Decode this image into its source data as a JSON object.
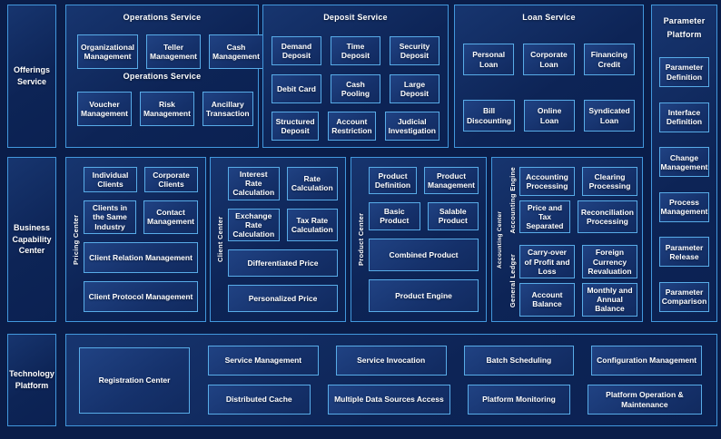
{
  "colors": {
    "background": "#0a1d49",
    "panel_border": "#4298dd",
    "box_border": "#58ace8",
    "panel_fill": "#0d2456",
    "box_fill": "#15316b",
    "text": "#ffffff"
  },
  "left": {
    "offerings": "Offerings Service",
    "business": "Business Capability Center",
    "technology": "Technology Platform"
  },
  "operations": {
    "title": "Operations Service",
    "subtitle": "Operations Service",
    "row1": [
      "Organizational Management",
      "Teller Management",
      "Cash Management"
    ],
    "row2": [
      "Voucher Management",
      "Risk Management",
      "Ancillary Transaction"
    ]
  },
  "deposit": {
    "title": "Deposit Service",
    "rows": [
      [
        "Demand Deposit",
        "Time Deposit",
        "Security Deposit"
      ],
      [
        "Debit Card",
        "Cash Pooling",
        "Large Deposit"
      ],
      [
        "Structured Deposit",
        "Account Restriction",
        "Judicial Investigation"
      ]
    ]
  },
  "loan": {
    "title": "Loan Service",
    "rows": [
      [
        "Personal Loan",
        "Corporate Loan",
        "Financing Credit"
      ],
      [
        "Bill Discounting",
        "Online Loan",
        "Syndicated Loan"
      ]
    ]
  },
  "parameter": {
    "title_top": "Parameter",
    "title_bottom": "Platform",
    "items": [
      "Parameter Definition",
      "Interface Definition",
      "Change Management",
      "Process Management",
      "Parameter Release",
      "Parameter Comparison"
    ]
  },
  "pricing": {
    "label": "Pricing Center",
    "row1": [
      "Individual Clients",
      "Corporate Clients"
    ],
    "row2": [
      "Clients in the Same Industry",
      "Contact Management"
    ],
    "wide1": "Client Relation Management",
    "wide2": "Client Protocol Management"
  },
  "client": {
    "label": "Client Center",
    "row1": [
      "Interest Rate Calculation",
      "Rate Calculation"
    ],
    "row2": [
      "Exchange Rate Calculation",
      "Tax Rate Calculation"
    ],
    "wide1": "Differentiated Price",
    "wide2": "Personalized Price"
  },
  "product": {
    "label": "Product Center",
    "row1": [
      "Product Definition",
      "Product Management"
    ],
    "row2": [
      "Basic Product",
      "Salable Product"
    ],
    "wide1": "Combined Product",
    "wide2": "Product Engine"
  },
  "accounting": {
    "label": "Accounting Center",
    "engine": {
      "label": "Accounting Engine",
      "rows": [
        [
          "Accounting Processing",
          "Clearing Processing"
        ],
        [
          "Price and Tax Separated",
          "Reconciliation Processing"
        ]
      ]
    },
    "ledger": {
      "label": "General Ledger",
      "rows": [
        [
          "Carry-over of Profit and Loss",
          "Foreign Currency Revaluation"
        ],
        [
          "Account Balance",
          "Monthly and Annual Balance"
        ]
      ]
    }
  },
  "bottom": {
    "registration": "Registration Center",
    "row1": [
      "Service Management",
      "Service Invocation",
      "Batch Scheduling",
      "Configuration Management"
    ],
    "row2": [
      "Distributed Cache",
      "Multiple Data Sources Access",
      "Platform Monitoring",
      "Platform Operation & Maintenance"
    ]
  }
}
